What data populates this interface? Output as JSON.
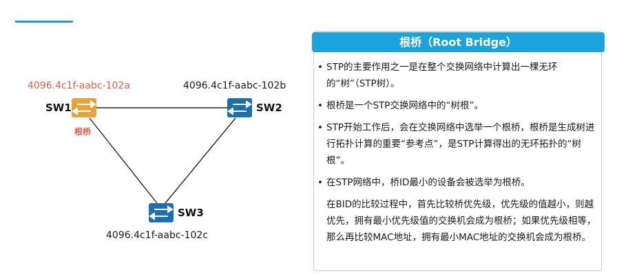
{
  "switches": {
    "sw1": {
      "name": "SW1",
      "bridge_id": "4096.4c1f-aabc-102a",
      "tag": "根桥",
      "color": "#e8a23a"
    },
    "sw2": {
      "name": "SW2",
      "bridge_id": "4096.4c1f-aabc-102b",
      "color": "#1b6fb0"
    },
    "sw3": {
      "name": "SW3",
      "bridge_id": "4096.4c1f-aabc-102c",
      "color": "#1b6fb0"
    }
  },
  "panel": {
    "title": "根桥（Root Bridge）",
    "bullet_marker": "•",
    "bullets": [
      "STP的主要作用之一是在整个交换网络中计算出一棵无环的“树”（STP树）。",
      "根桥是一个STP交换网络中的“树根”。",
      "STP开始工作后，会在交换网络中选举一个根桥，根桥是生成树进行拓扑计算的重要“参考点”，是STP计算得出的无环拓扑的“树根”。",
      "在STP网络中，桥ID最小的设备会被选举为根桥。"
    ],
    "detail": "在BID的比较过程中，首先比较桥优先级，优先级的值越小，则越优先，拥有最小优先级值的交换机会成为根桥；如果优先级相等，那么再比较MAC地址，拥有最小MAC地址的交换机会成为根桥。"
  },
  "colors": {
    "accent": "#1aa3dc",
    "root": "#e0604a"
  }
}
